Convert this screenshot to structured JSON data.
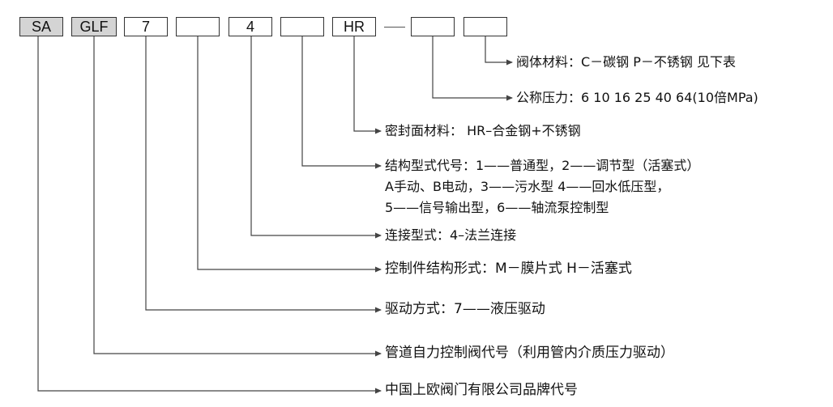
{
  "code_boxes": [
    {
      "id": "brand",
      "text": "SA"
    },
    {
      "id": "product",
      "text": "GLF"
    },
    {
      "id": "drive",
      "text": "7"
    },
    {
      "id": "control",
      "text": ""
    },
    {
      "id": "connection",
      "text": "4"
    },
    {
      "id": "structure",
      "text": ""
    },
    {
      "id": "seal",
      "text": "HR"
    },
    {
      "id": "pressure",
      "text": ""
    },
    {
      "id": "body",
      "text": ""
    }
  ],
  "descriptions": {
    "body_material": "阀体材料：C－碳钢  P－不锈钢 见下表",
    "nominal_pressure": "公称压力：6  10  16  25  40  64(10倍MPa)",
    "seal_material": "密封面材料：  HR–合金钢+不锈钢",
    "structure_line1": "结构型式代号：1——普通型，2——调节型（活塞式）",
    "structure_line2": "A手动、B电动，3——污水型 4——回水低压型，",
    "structure_line3": "5——信号输出型，6——轴流泵控制型",
    "connection_type": "连接型式：4–法兰连接",
    "control_structure": "控制件结构形式：M－膜片式  H－活塞式",
    "drive_mode": "驱动方式：7——液压驱动",
    "product_code": "管道自力控制阀代号（利用管内介质压力驱动）",
    "brand_code": "中国上欧阀门有限公司品牌代号"
  },
  "colors": {
    "line": "#444444",
    "box_fill": "#d4d4d4",
    "text": "#111111"
  }
}
